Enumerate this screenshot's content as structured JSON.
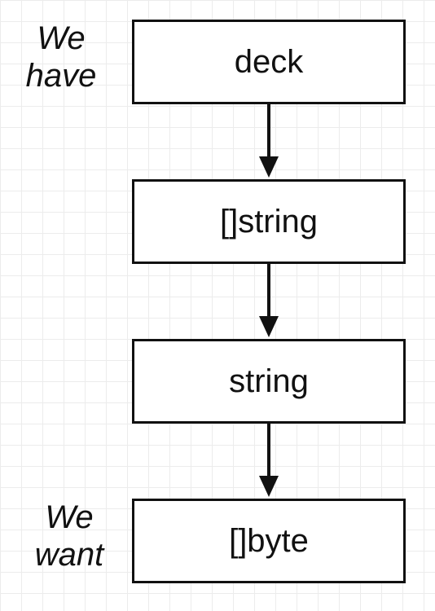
{
  "nodes": [
    {
      "label": "deck"
    },
    {
      "label": "[]string"
    },
    {
      "label": "string"
    },
    {
      "label": "[]byte"
    }
  ],
  "annotations": {
    "have": {
      "line1": "We",
      "line2": "have"
    },
    "want": {
      "line1": "We",
      "line2": "want"
    }
  },
  "colors": {
    "stroke": "#111111",
    "grid": "#ececec",
    "background": "#ffffff"
  }
}
